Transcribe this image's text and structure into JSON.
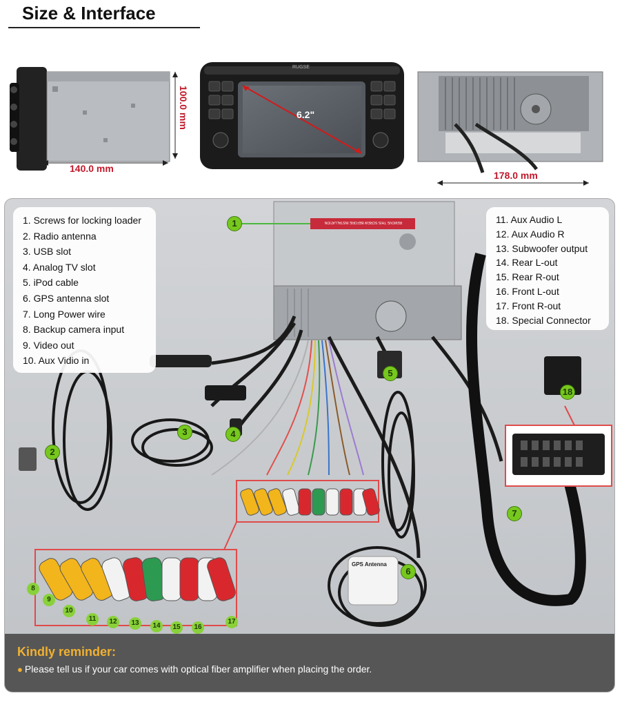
{
  "header": {
    "title": "Size & Interface"
  },
  "top_views": {
    "side_width": "140.0 mm",
    "side_height": "100.0 mm",
    "screen_size": "6.2\"",
    "brand": "RUGSE",
    "back_width": "178.0 mm"
  },
  "labels": {
    "sticker": "REMOVE THIS SCREW BEFORE INSTALLATION",
    "gps_title": "GPS Antenna"
  },
  "legend_left": [
    "1. Screws for locking loader",
    "2. Radio antenna",
    "3. USB slot",
    "4. Analog TV slot",
    "5. iPod cable",
    "6. GPS antenna slot",
    "7. Long Power wire",
    "8. Backup camera input",
    "9. Video out",
    "10. Aux Vidio in"
  ],
  "legend_right": [
    "11. Aux Audio L",
    "12. Aux Audio R",
    "13. Subwoofer output",
    "14. Rear L-out",
    "15. Rear R-out",
    "16. Front L-out",
    "17. Front R-out",
    "18. Special Connector"
  ],
  "callouts": [
    "1",
    "2",
    "3",
    "4",
    "5",
    "6",
    "7",
    "18"
  ],
  "connector_numbers": [
    "8",
    "9",
    "10",
    "11",
    "12",
    "13",
    "14",
    "15",
    "16",
    "17"
  ],
  "reminder": {
    "title": "Kindly reminder:",
    "text": "Please tell us if your car comes with optical fiber amplifier when placing the order."
  },
  "colors": {
    "accent_red": "#c0182a",
    "callout_green": "#77c81e",
    "reminder_title": "#f0b131",
    "reminder_bg": "#565656"
  }
}
